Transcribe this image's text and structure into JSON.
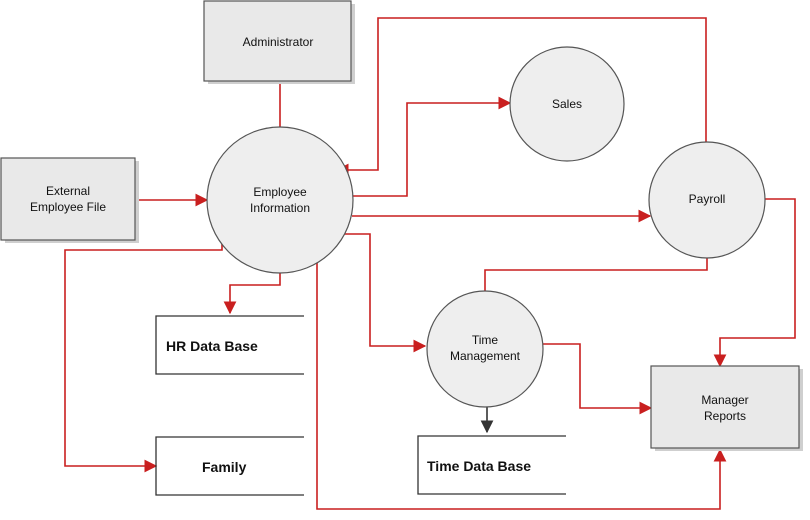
{
  "colors": {
    "flow_red": "#c91f1f",
    "flow_dark": "#333333"
  },
  "nodes": {
    "administrator": {
      "kind": "external-entity",
      "label": "Administrator"
    },
    "external_employee_file": {
      "kind": "external-entity",
      "label_lines": [
        "External",
        "Employee File"
      ]
    },
    "manager_reports": {
      "kind": "external-entity",
      "label_lines": [
        "Manager",
        "Reports"
      ]
    },
    "employee_information": {
      "kind": "process",
      "label_lines": [
        "Employee",
        "Information"
      ]
    },
    "sales": {
      "kind": "process",
      "label": "Sales"
    },
    "payroll": {
      "kind": "process",
      "label": "Payroll"
    },
    "time_management": {
      "kind": "process",
      "label_lines": [
        "Time",
        "Management"
      ]
    },
    "hr_data_base": {
      "kind": "data-store",
      "label": "HR Data Base"
    },
    "family": {
      "kind": "data-store",
      "label": "Family"
    },
    "time_data_base": {
      "kind": "data-store",
      "label": "Time Data Base"
    }
  },
  "flows": [
    {
      "from": "administrator",
      "to": "employee_information",
      "color": "red"
    },
    {
      "from": "external_employee_file",
      "to": "employee_information",
      "color": "red"
    },
    {
      "from": "payroll",
      "to": "employee_information",
      "color": "red"
    },
    {
      "from": "employee_information",
      "to": "sales",
      "color": "red"
    },
    {
      "from": "employee_information",
      "to": "payroll",
      "color": "red"
    },
    {
      "from": "employee_information",
      "to": "hr_data_base",
      "color": "red"
    },
    {
      "from": "employee_information",
      "to": "family",
      "color": "red"
    },
    {
      "from": "employee_information",
      "to": "time_management",
      "color": "red"
    },
    {
      "from": "employee_information",
      "to": "manager_reports",
      "color": "red"
    },
    {
      "from": "time_management",
      "to": "payroll",
      "color": "red"
    },
    {
      "from": "time_management",
      "to": "manager_reports",
      "color": "red"
    },
    {
      "from": "payroll",
      "to": "manager_reports",
      "color": "red"
    },
    {
      "from": "time_management",
      "to": "time_data_base",
      "color": "dark"
    }
  ]
}
